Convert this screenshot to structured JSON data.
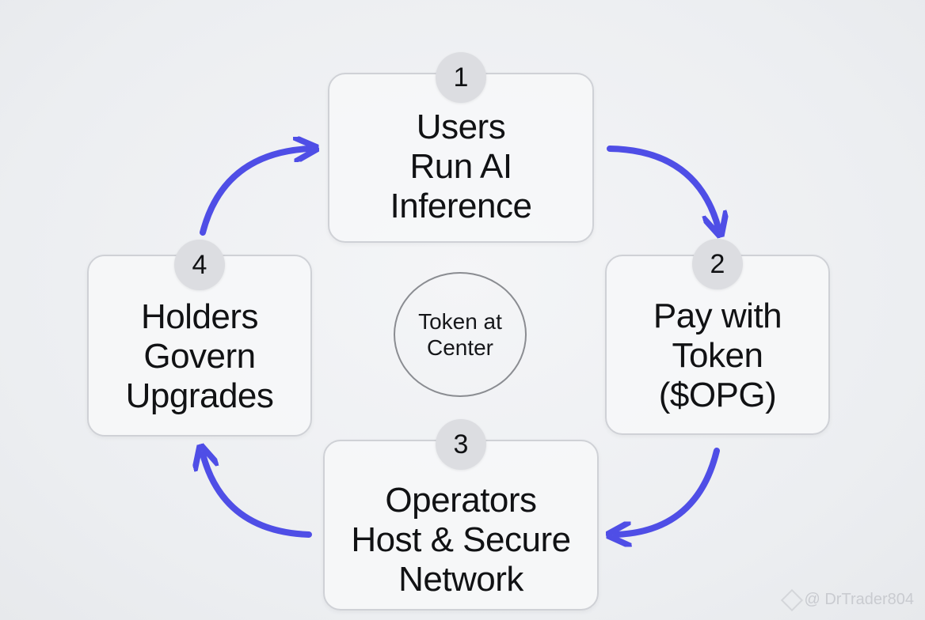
{
  "steps": [
    {
      "number": "1",
      "lines": [
        "Users",
        "Run AI",
        "Inference"
      ]
    },
    {
      "number": "2",
      "lines": [
        "Pay with",
        "Token",
        "($OPG)"
      ]
    },
    {
      "number": "3",
      "lines": [
        "Operators",
        "Host & Secure",
        "Network"
      ]
    },
    {
      "number": "4",
      "lines": [
        "Holders",
        "Govern",
        "Upgrades"
      ]
    }
  ],
  "center": {
    "lines": [
      "Token at",
      "Center"
    ]
  },
  "watermark": {
    "text": "@ DrTrader804"
  },
  "colors": {
    "arrow": "#4f4ee6",
    "box_border": "#cfd1d6",
    "badge": "#dcdde1"
  }
}
